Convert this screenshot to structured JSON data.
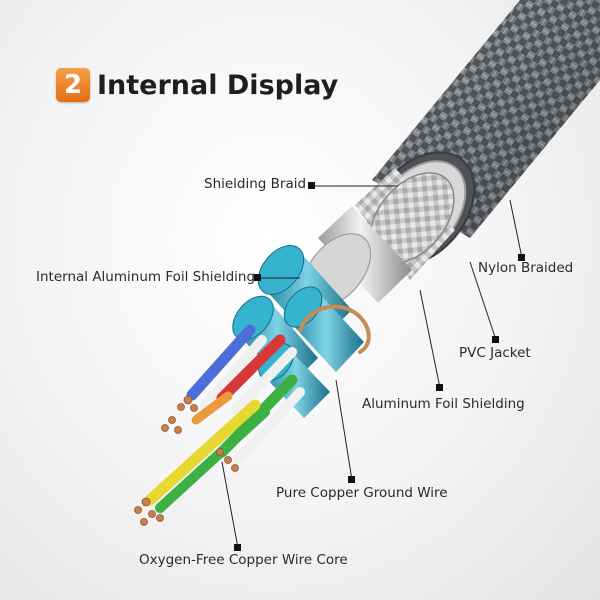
{
  "header": {
    "badge_number": "2",
    "title": "Internal Display",
    "accent_color": "#ee8a2c"
  },
  "labels": {
    "shielding_braid": "Shielding Braid",
    "internal_foil": "Internal Aluminum Foil Shielding",
    "nylon_braided": "Nylon Braided",
    "pvc_jacket": "PVC Jacket",
    "aluminum_foil": "Aluminum Foil Shielding",
    "ground_wire": "Pure Copper Ground Wire",
    "wire_core": "Oxygen-Free Copper Wire Core"
  },
  "colors": {
    "pair_blue": "#4a6fd8",
    "pair_red": "#d83838",
    "pair_green": "#3cb043",
    "pair_yellow": "#e6d830",
    "foil_cyan": "#2fa9c6",
    "braid_gray": "#6e7378"
  }
}
